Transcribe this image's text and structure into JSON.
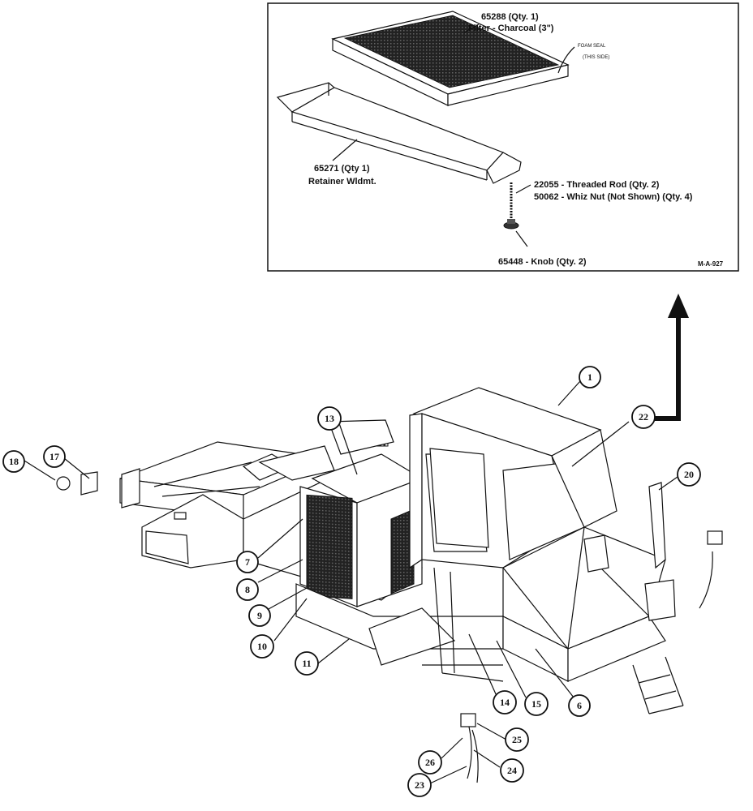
{
  "inset": {
    "filter_part": "65288 (Qty. 1)",
    "filter_desc": "Filter - Charcoal (3\")",
    "foam_seal_1": "FOAM SEAL",
    "foam_seal_2": "(THIS SIDE)",
    "retainer_part": "65271 (Qty 1)",
    "retainer_desc": "Retainer Wldmt.",
    "rod": "22055 - Threaded Rod (Qty. 2)",
    "nut": "50062 - Whiz Nut (Not Shown) (Qty. 4)",
    "knob": "65448 - Knob (Qty. 2)",
    "drawing_no": "M-A-927"
  },
  "callouts": [
    "1",
    "22",
    "13",
    "17",
    "18",
    "20",
    "7",
    "8",
    "9",
    "10",
    "11",
    "14",
    "15",
    "6",
    "25",
    "26",
    "24",
    "23"
  ]
}
